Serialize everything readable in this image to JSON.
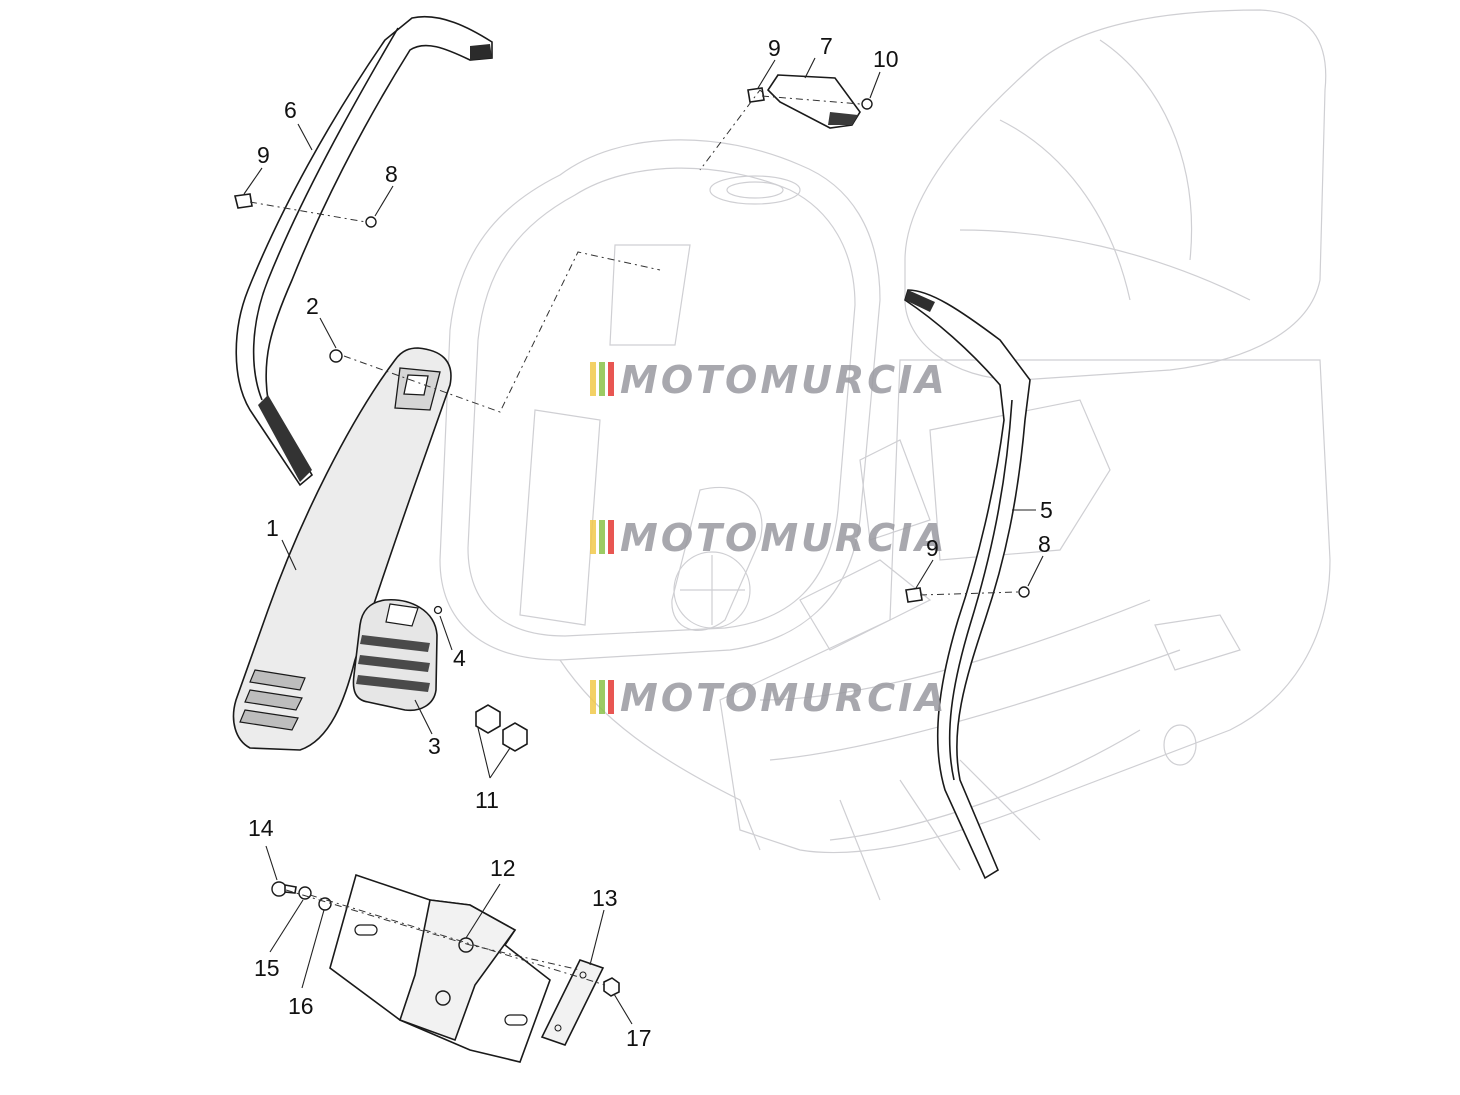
{
  "diagram": {
    "callouts": [
      "1",
      "2",
      "3",
      "4",
      "5",
      "6",
      "7",
      "8",
      "8",
      "9",
      "9",
      "9",
      "10",
      "11",
      "12",
      "13",
      "14",
      "15",
      "16",
      "17"
    ],
    "watermark": "MOTOMURCIA",
    "colors": {
      "line": "#1a1a1a",
      "ghost": "#cfcfd3",
      "part_fill": "#ededed",
      "watermark_text": "#9a9aa0",
      "watermark_stripe_yellow": "#f2c94c",
      "watermark_stripe_green": "#8bc34a",
      "watermark_stripe_red": "#e53935"
    }
  }
}
